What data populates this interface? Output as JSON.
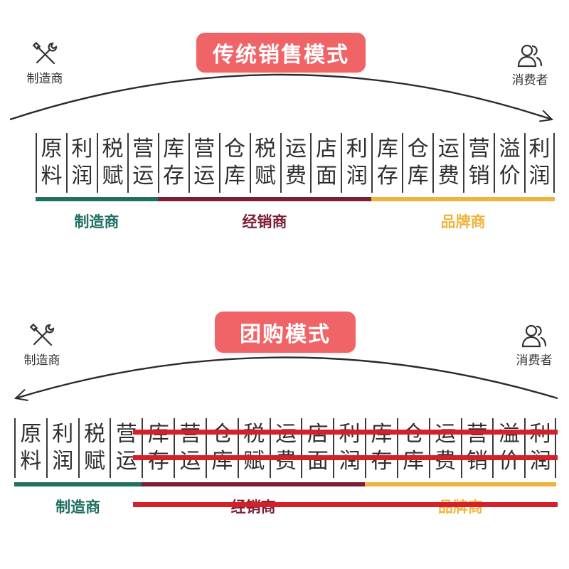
{
  "colors": {
    "pill": "#f06468",
    "manufacturer": "#1f6f62",
    "distributor": "#7a1f34",
    "brand": "#f0b43c",
    "strike": "#d4202a",
    "arc": "#2b2b2b"
  },
  "traditional": {
    "title": "传统销售模式",
    "manufacturer_label": "制造商",
    "consumer_label": "消费者",
    "manufacturer_icon": "tools-icon",
    "consumer_icon": "users-icon",
    "arrow_direction": "right",
    "cells": [
      [
        "原",
        "料"
      ],
      [
        "利",
        "润"
      ],
      [
        "税",
        "赋"
      ],
      [
        "营",
        "运"
      ],
      [
        "库",
        "存"
      ],
      [
        "营",
        "运"
      ],
      [
        "仓",
        "库"
      ],
      [
        "税",
        "赋"
      ],
      [
        "运",
        "费"
      ],
      [
        "店",
        "面"
      ],
      [
        "利",
        "润"
      ],
      [
        "库",
        "存"
      ],
      [
        "仓",
        "库"
      ],
      [
        "运",
        "费"
      ],
      [
        "营",
        "销"
      ],
      [
        "溢",
        "价"
      ],
      [
        "利",
        "润"
      ]
    ],
    "groups": [
      {
        "label": "制造商",
        "start": 0,
        "end": 3,
        "color": "#1f6f62"
      },
      {
        "label": "经销商",
        "start": 4,
        "end": 10,
        "color": "#7a1f34"
      },
      {
        "label": "品牌商",
        "start": 11,
        "end": 16,
        "color": "#f0b43c"
      }
    ]
  },
  "groupbuy": {
    "title": "团购模式",
    "manufacturer_label": "制造商",
    "consumer_label": "消费者",
    "manufacturer_icon": "tools-icon",
    "consumer_icon": "users-icon",
    "arrow_direction": "left",
    "cells": [
      [
        "原",
        "料"
      ],
      [
        "利",
        "润"
      ],
      [
        "税",
        "赋"
      ],
      [
        "营",
        "运"
      ],
      [
        "库",
        "存"
      ],
      [
        "营",
        "运"
      ],
      [
        "仓",
        "库"
      ],
      [
        "税",
        "赋"
      ],
      [
        "运",
        "费"
      ],
      [
        "店",
        "面"
      ],
      [
        "利",
        "润"
      ],
      [
        "库",
        "存"
      ],
      [
        "仓",
        "库"
      ],
      [
        "运",
        "费"
      ],
      [
        "营",
        "销"
      ],
      [
        "溢",
        "价"
      ],
      [
        "利",
        "润"
      ]
    ],
    "groups": [
      {
        "label": "制造商",
        "start": 0,
        "end": 3,
        "color": "#1f6f62"
      },
      {
        "label": "经销商",
        "start": 4,
        "end": 10,
        "color": "#7a1f34"
      },
      {
        "label": "品牌商",
        "start": 11,
        "end": 16,
        "color": "#f0b43c"
      }
    ],
    "struck_from_cell": 4
  }
}
